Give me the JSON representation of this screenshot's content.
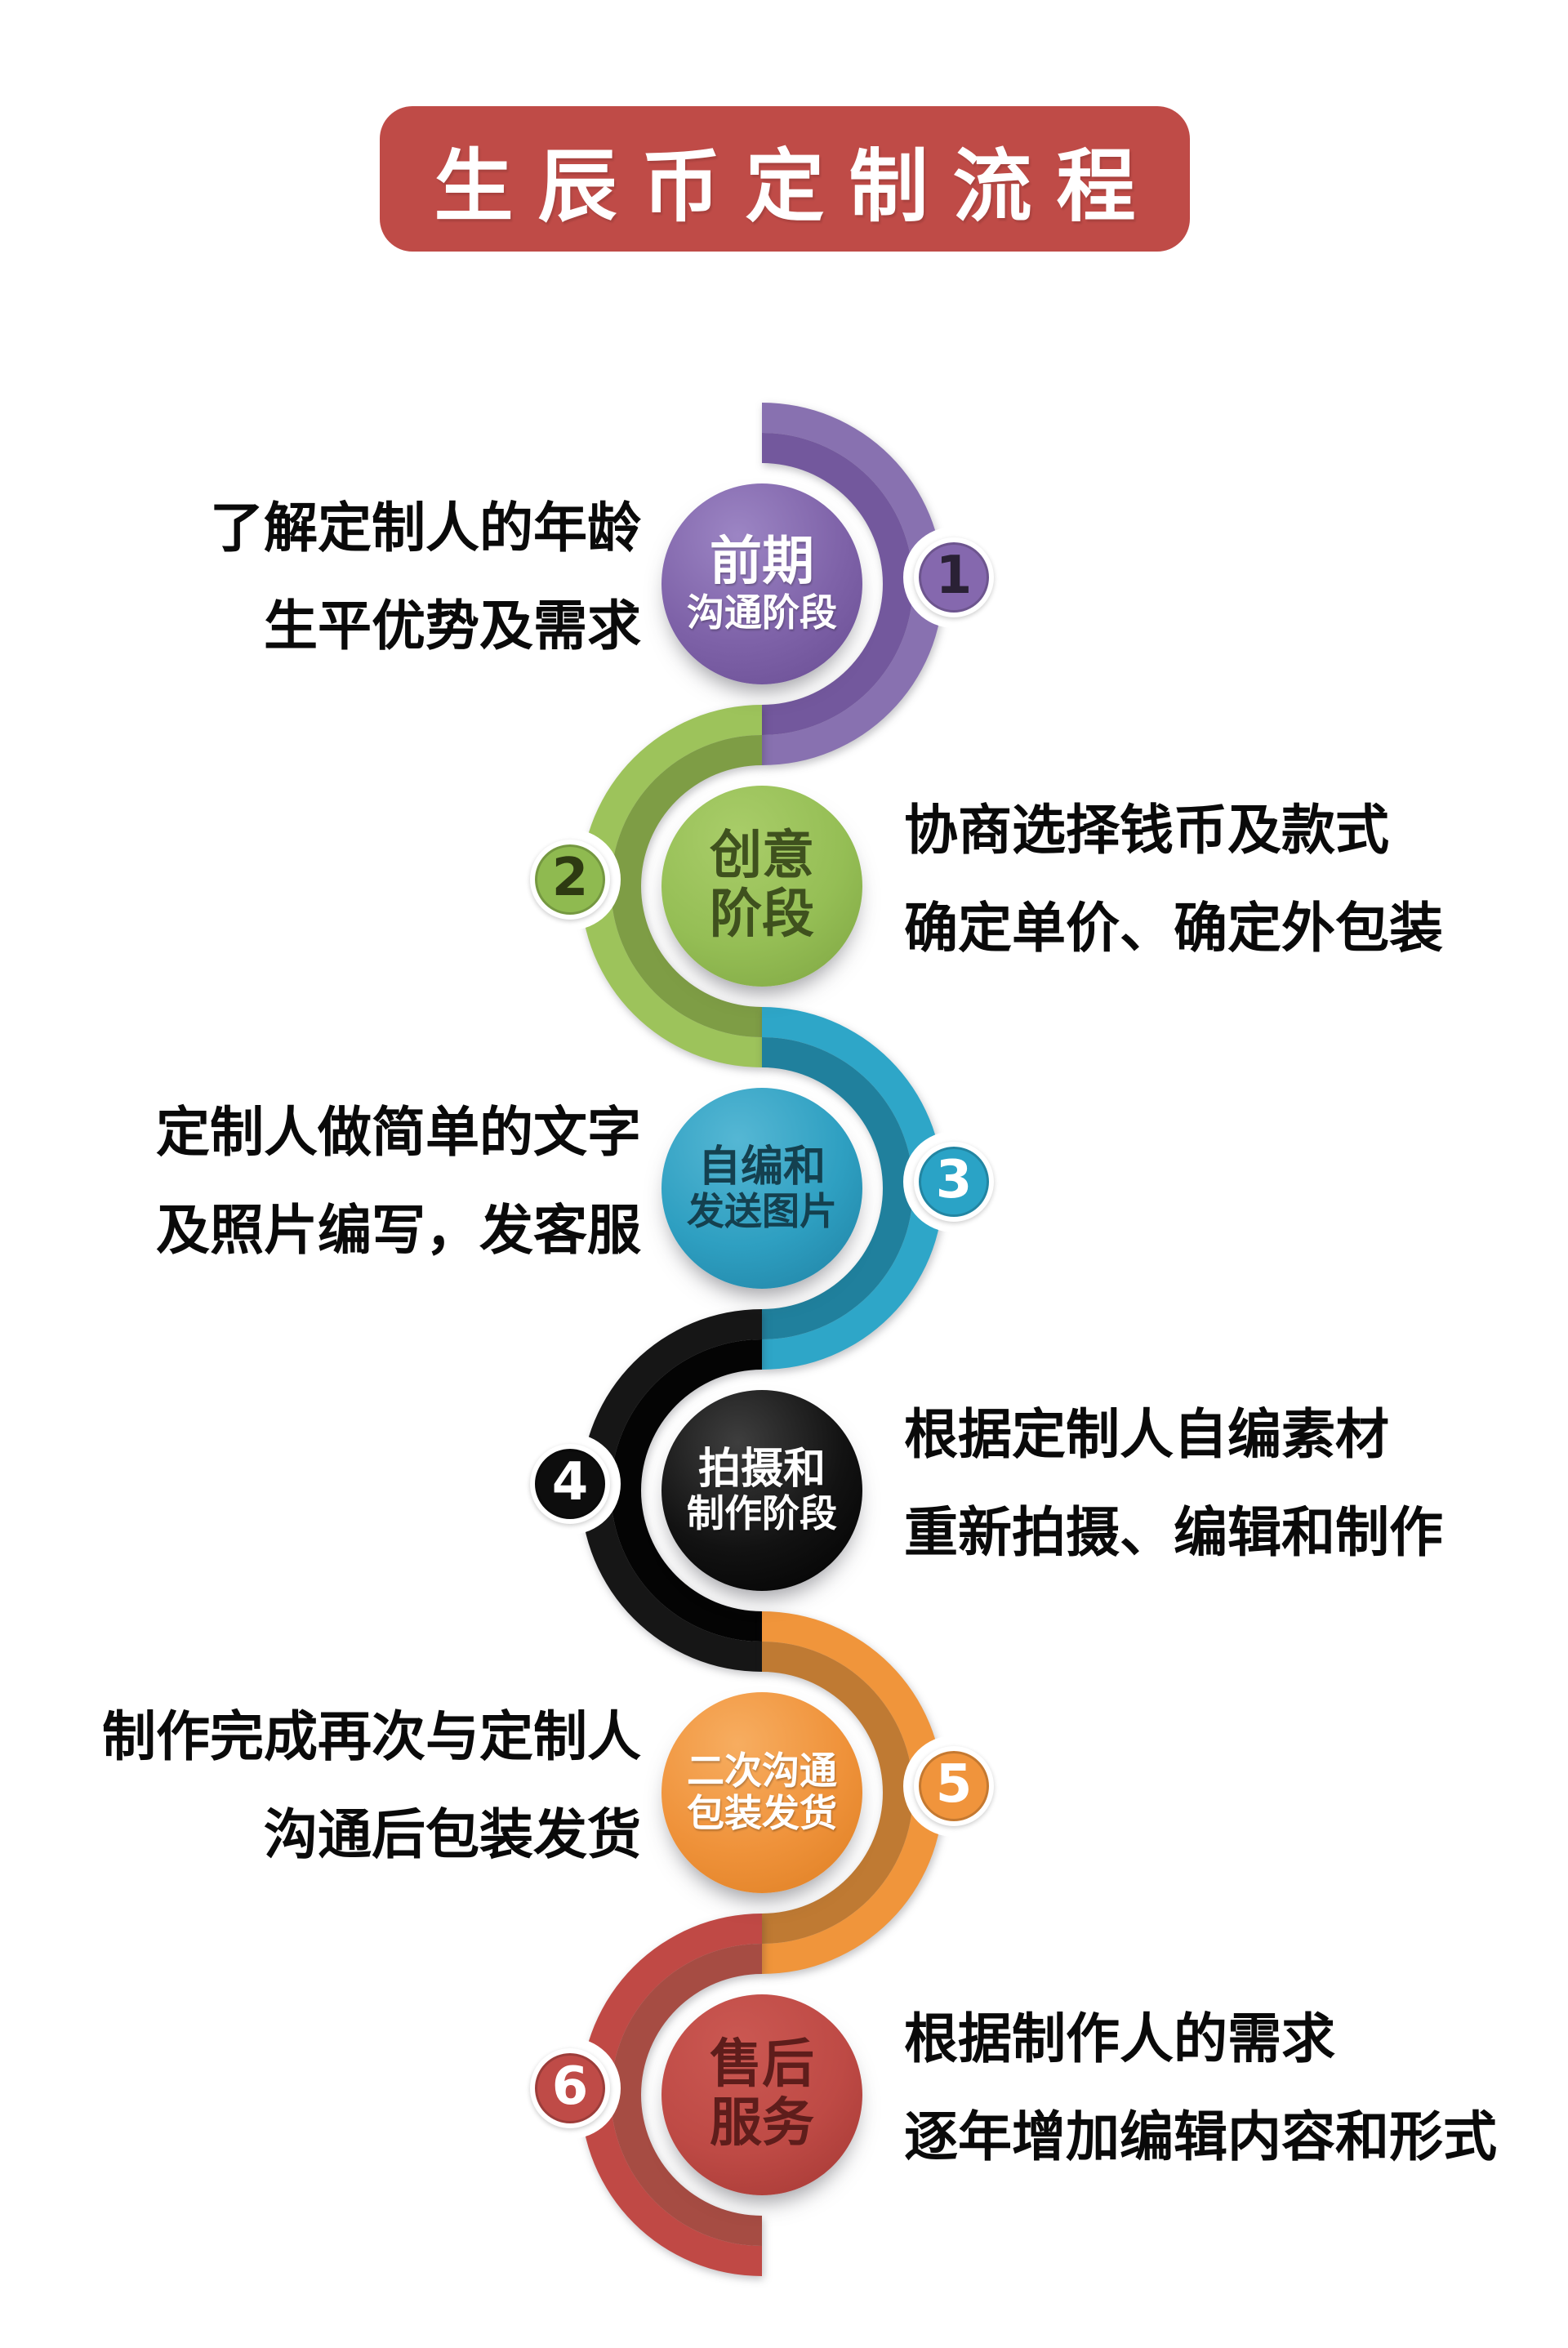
{
  "canvas": {
    "bg": "#ffffff"
  },
  "title": {
    "text": "生辰币定制流程",
    "bg": "#bf4b47",
    "fg": "#ffffff"
  },
  "desc_text_color": "#0a0a0a",
  "steps": [
    {
      "num": "1",
      "side": "right",
      "label_lines": [
        "前期",
        "沟通阶段"
      ],
      "label_color": "#ffffff",
      "desc_lines": [
        "了解定制人的年龄",
        "生平优势及需求"
      ],
      "colors": {
        "band_light": "#8871b0",
        "band_dark": "#73589d",
        "circle_light": "#9c85c4",
        "circle": "#7e62a8",
        "circle_dark": "#684c92",
        "badge": "#8568ae",
        "num": "#2a2135"
      }
    },
    {
      "num": "2",
      "side": "left",
      "label_lines": [
        "创意",
        "阶段"
      ],
      "label_color": "#3f511e",
      "desc_lines": [
        "协商选择钱币及款式",
        "确定单价、确定外包装"
      ],
      "colors": {
        "band_light": "#9dc35b",
        "band_dark": "#7e9d45",
        "circle_light": "#a9cd69",
        "circle": "#95be55",
        "circle_dark": "#7da441",
        "badge": "#8fba50",
        "num": "#2e3a12"
      }
    },
    {
      "num": "3",
      "side": "right",
      "label_lines": [
        "自编和",
        "发送图片"
      ],
      "label_color": "#14404f",
      "desc_lines": [
        "定制人做简单的文字",
        "及照片编写，发客服"
      ],
      "colors": {
        "band_light": "#2ea6c8",
        "band_dark": "#20809d",
        "circle_light": "#55b7d4",
        "circle": "#2e9fc1",
        "circle_dark": "#1f80a2",
        "badge": "#2aa3c6",
        "num": "#ffffff"
      }
    },
    {
      "num": "4",
      "side": "left",
      "label_lines": [
        "拍摄和",
        "制作阶段"
      ],
      "label_color": "#ffffff",
      "desc_lines": [
        "根据定制人自编素材",
        "重新拍摄、编辑和制作"
      ],
      "colors": {
        "band_light": "#161616",
        "band_dark": "#040404",
        "circle_light": "#3e3e3e",
        "circle": "#121212",
        "circle_dark": "#000000",
        "badge": "#0d0d0d",
        "num": "#ffffff"
      }
    },
    {
      "num": "5",
      "side": "right",
      "label_lines": [
        "二次沟通",
        "包装发货"
      ],
      "label_color": "#ffffff",
      "desc_lines": [
        "制作完成再次与定制人",
        "沟通后包装发货"
      ],
      "colors": {
        "band_light": "#f0953b",
        "band_dark": "#bf7a33",
        "circle_light": "#f7ad60",
        "circle": "#ef923a",
        "circle_dark": "#dd7e22",
        "badge": "#f0943c",
        "num": "#ffffff"
      }
    },
    {
      "num": "6",
      "side": "left",
      "label_lines": [
        "售后",
        "服务"
      ],
      "label_color": "#5e1d1b",
      "desc_lines": [
        "根据制作人的需求",
        "逐年增加编辑内容和形式"
      ],
      "colors": {
        "band_light": "#c04945",
        "band_dark": "#a64c43",
        "circle_light": "#cb5852",
        "circle": "#be4a45",
        "circle_dark": "#a33733",
        "badge": "#bf4b47",
        "num": "#ffffff"
      }
    }
  ]
}
